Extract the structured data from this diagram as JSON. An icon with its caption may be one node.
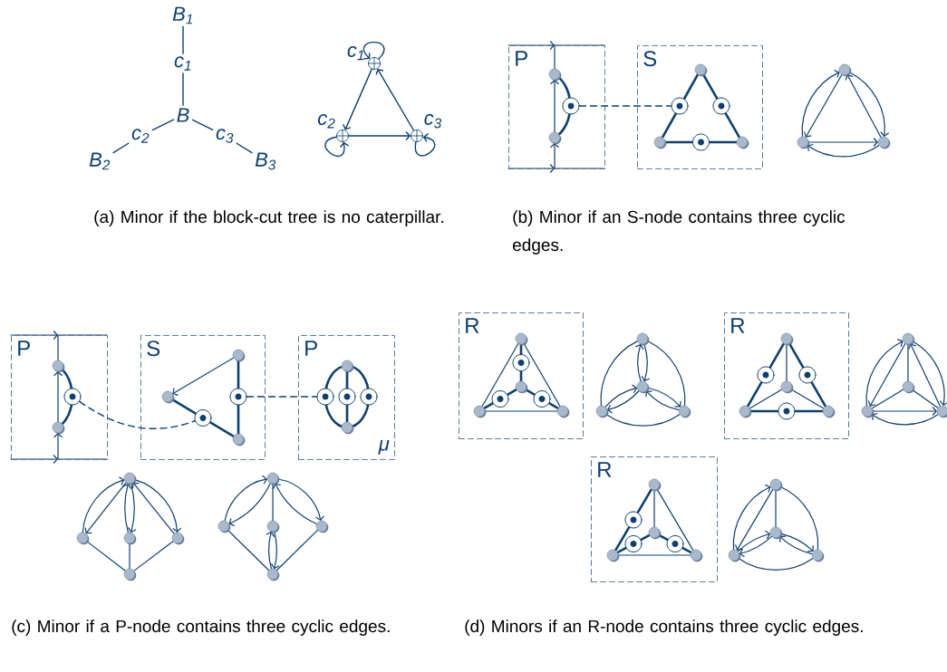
{
  "diagram": {
    "nodes": [
      {
        "text": [
          "B$_{1}$"
        ]
      },
      {
        "text": [
          "c$_{1}$"
        ]
      },
      {
        "text": [
          "B"
        ]
      },
      {
        "text": [
          "c$_{2}$"
        ]
      },
      {
        "text": [
          "B$_{2}$"
        ]
      },
      {
        "text": [
          "c$_{3}$"
        ]
      },
      {
        "text": [
          "B$_{3}$"
        ]
      },
      {
        "text": [],
        "shape": "circle",
        "beside": [
          "c$_{1}$"
        ]
      },
      {
        "text": [],
        "shape": "circle",
        "beside": [
          "c$_{2}$"
        ]
      },
      {
        "text": [],
        "shape": "circle",
        "beside": [
          "c$_{3}$"
        ]
      },
      {
        "text": [
          "P"
        ]
      },
      {
        "text": [
          "S"
        ]
      },
      {
        "text": [],
        "shape": "circle",
        "in": 10
      },
      {
        "text": [],
        "shape": "circle",
        "in": 11
      },
      {
        "text": [
          "P"
        ]
      },
      {
        "text": [
          "S"
        ]
      },
      {
        "text": [
          "P",
          "μ"
        ]
      },
      {
        "text": [],
        "shape": "circle",
        "in": 14
      },
      {
        "text": [],
        "shape": "circle",
        "in": 15
      },
      {
        "text": [],
        "shape": "circle",
        "in": 15
      },
      {
        "text": [],
        "shape": "circle",
        "in": 16
      },
      {
        "text": [
          "R"
        ]
      },
      {
        "text": [
          "R"
        ]
      },
      {
        "text": [
          "R"
        ]
      }
    ],
    "edges": [
      {
        "from": 0,
        "to": 1,
        "arrow": "none"
      },
      {
        "from": 1,
        "to": 2,
        "arrow": "none"
      },
      {
        "from": 2,
        "to": 3,
        "arrow": "none"
      },
      {
        "from": 3,
        "to": 4,
        "arrow": "none"
      },
      {
        "from": 2,
        "to": 5,
        "arrow": "none"
      },
      {
        "from": 5,
        "to": 6,
        "arrow": "none"
      },
      {
        "from": 7,
        "to": 8,
        "arrow": "to"
      },
      {
        "from": 8,
        "to": 9,
        "arrow": "to"
      },
      {
        "from": 9,
        "to": 7,
        "arrow": "to"
      },
      {
        "from": 7,
        "to": 7,
        "arrow": "to"
      },
      {
        "from": 8,
        "to": 8,
        "arrow": "to"
      },
      {
        "from": 9,
        "to": 9,
        "arrow": "to"
      },
      {
        "from": 12,
        "to": 13,
        "arrow": "none",
        "style": "dashed"
      },
      {
        "from": 17,
        "to": 18,
        "arrow": "none",
        "style": "dashed"
      },
      {
        "from": 19,
        "to": 20,
        "arrow": "none",
        "style": "dashed"
      }
    ],
    "labels": [
      "(a) Minor if the block-cut tree is no caterpillar.",
      "(b) Minor if an S-node contains three cyclic edges.",
      "(c) Minor if a P-node contains three cyclic edges.",
      "(d) Minors if an R-node contains three cyclic edges."
    ]
  }
}
